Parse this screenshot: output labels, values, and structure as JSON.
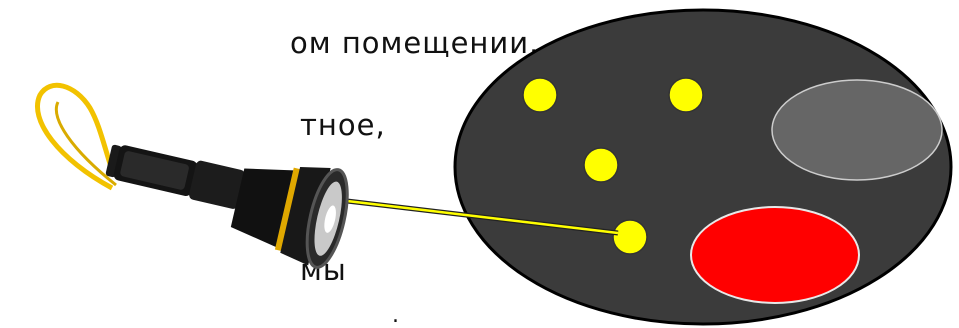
{
  "text_lines": [
    "ом помещении.",
    "тное,",
    "мы",
    "."
  ],
  "colors": {
    "background": "#ffffff",
    "oval_fill": "#3b3b3b",
    "oval_stroke": "#000000",
    "dot": "#ffff00",
    "light_line": "#ffff00",
    "gray_spot": "#666666",
    "red_spot": "#ff0000",
    "flashlight_body": "#111111",
    "flashlight_ring": "#e0a800",
    "strap": "#f2c200"
  },
  "icons": {
    "flashlight": "flashlight-icon"
  }
}
